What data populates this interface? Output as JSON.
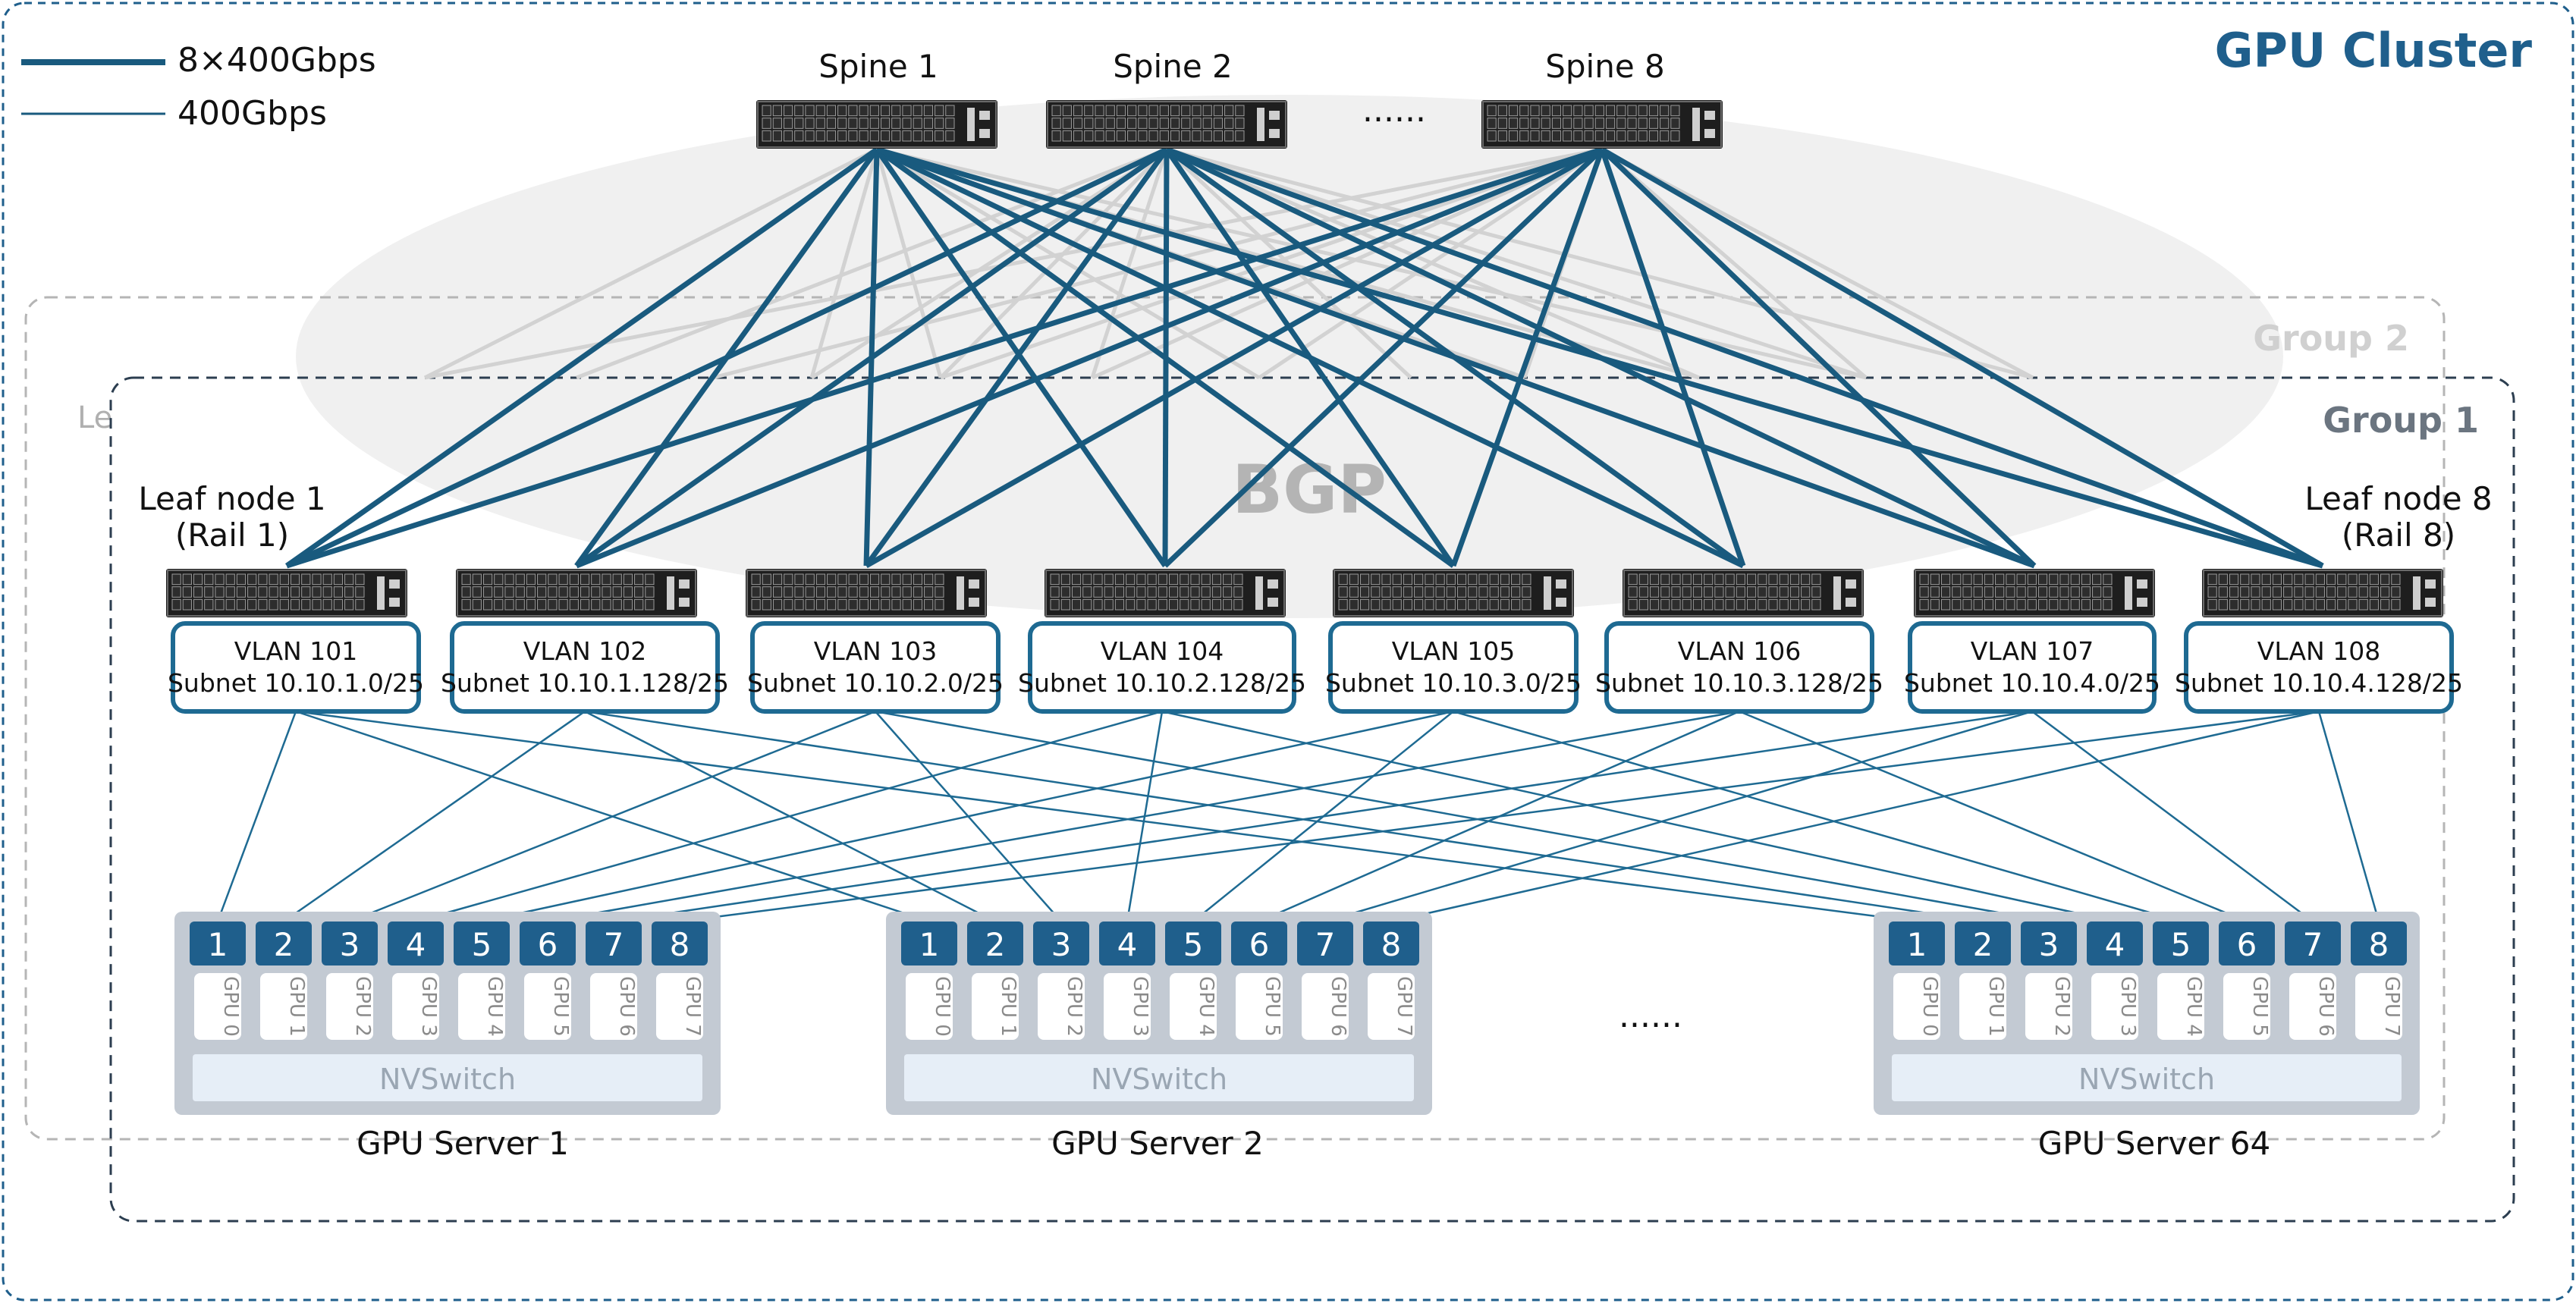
{
  "cluster_title": "GPU Cluster",
  "legend": {
    "thick_label": "8×400Gbps",
    "thin_label": "400Gbps"
  },
  "colors": {
    "link": "#195a7e",
    "leaf_link": "#1e6a92",
    "gray_link": "#d2d2d2",
    "bgp_ellipse": "#f0f0f0",
    "port_badge": "#1f5f8c",
    "server_panel": "#c3cad3",
    "nvswitch_fill": "#e6eef7",
    "group1_border": "#2c3e50",
    "group2_border": "#b5b5b5"
  },
  "bgp_label": "BGP",
  "group1_label": "Group 1",
  "group2_label": "Group 2",
  "group2_leaf_fragment": "Le",
  "spines": [
    {
      "label": "Spine 1"
    },
    {
      "label": "Spine 2"
    },
    {
      "label": "Spine 8"
    }
  ],
  "spine_ellipsis": "......",
  "leaf_callouts": {
    "left_line1": "Leaf node 1",
    "left_line2": "(Rail 1)",
    "right_line1": "Leaf node 8",
    "right_line2": "(Rail 8)"
  },
  "leaves": [
    {
      "vlan": "VLAN 101",
      "subnet": "Subnet 10.10.1.0/25"
    },
    {
      "vlan": "VLAN 102",
      "subnet": "Subnet 10.10.1.128/25"
    },
    {
      "vlan": "VLAN 103",
      "subnet": "Subnet 10.10.2.0/25"
    },
    {
      "vlan": "VLAN 104",
      "subnet": "Subnet 10.10.2.128/25"
    },
    {
      "vlan": "VLAN 105",
      "subnet": "Subnet 10.10.3.0/25"
    },
    {
      "vlan": "VLAN 106",
      "subnet": "Subnet 10.10.3.128/25"
    },
    {
      "vlan": "VLAN 107",
      "subnet": "Subnet 10.10.4.0/25"
    },
    {
      "vlan": "VLAN 108",
      "subnet": "Subnet 10.10.4.128/25"
    }
  ],
  "servers": [
    {
      "label": "GPU Server 1"
    },
    {
      "label": "GPU Server 2"
    },
    {
      "label": "GPU Server 64"
    }
  ],
  "server_ellipsis": "......",
  "ports": [
    "1",
    "2",
    "3",
    "4",
    "5",
    "6",
    "7",
    "8"
  ],
  "gpus": [
    "GPU 0",
    "GPU 1",
    "GPU 2",
    "GPU 3",
    "GPU 4",
    "GPU 5",
    "GPU 6",
    "GPU 7"
  ],
  "nvswitch_label": "NVSwitch"
}
